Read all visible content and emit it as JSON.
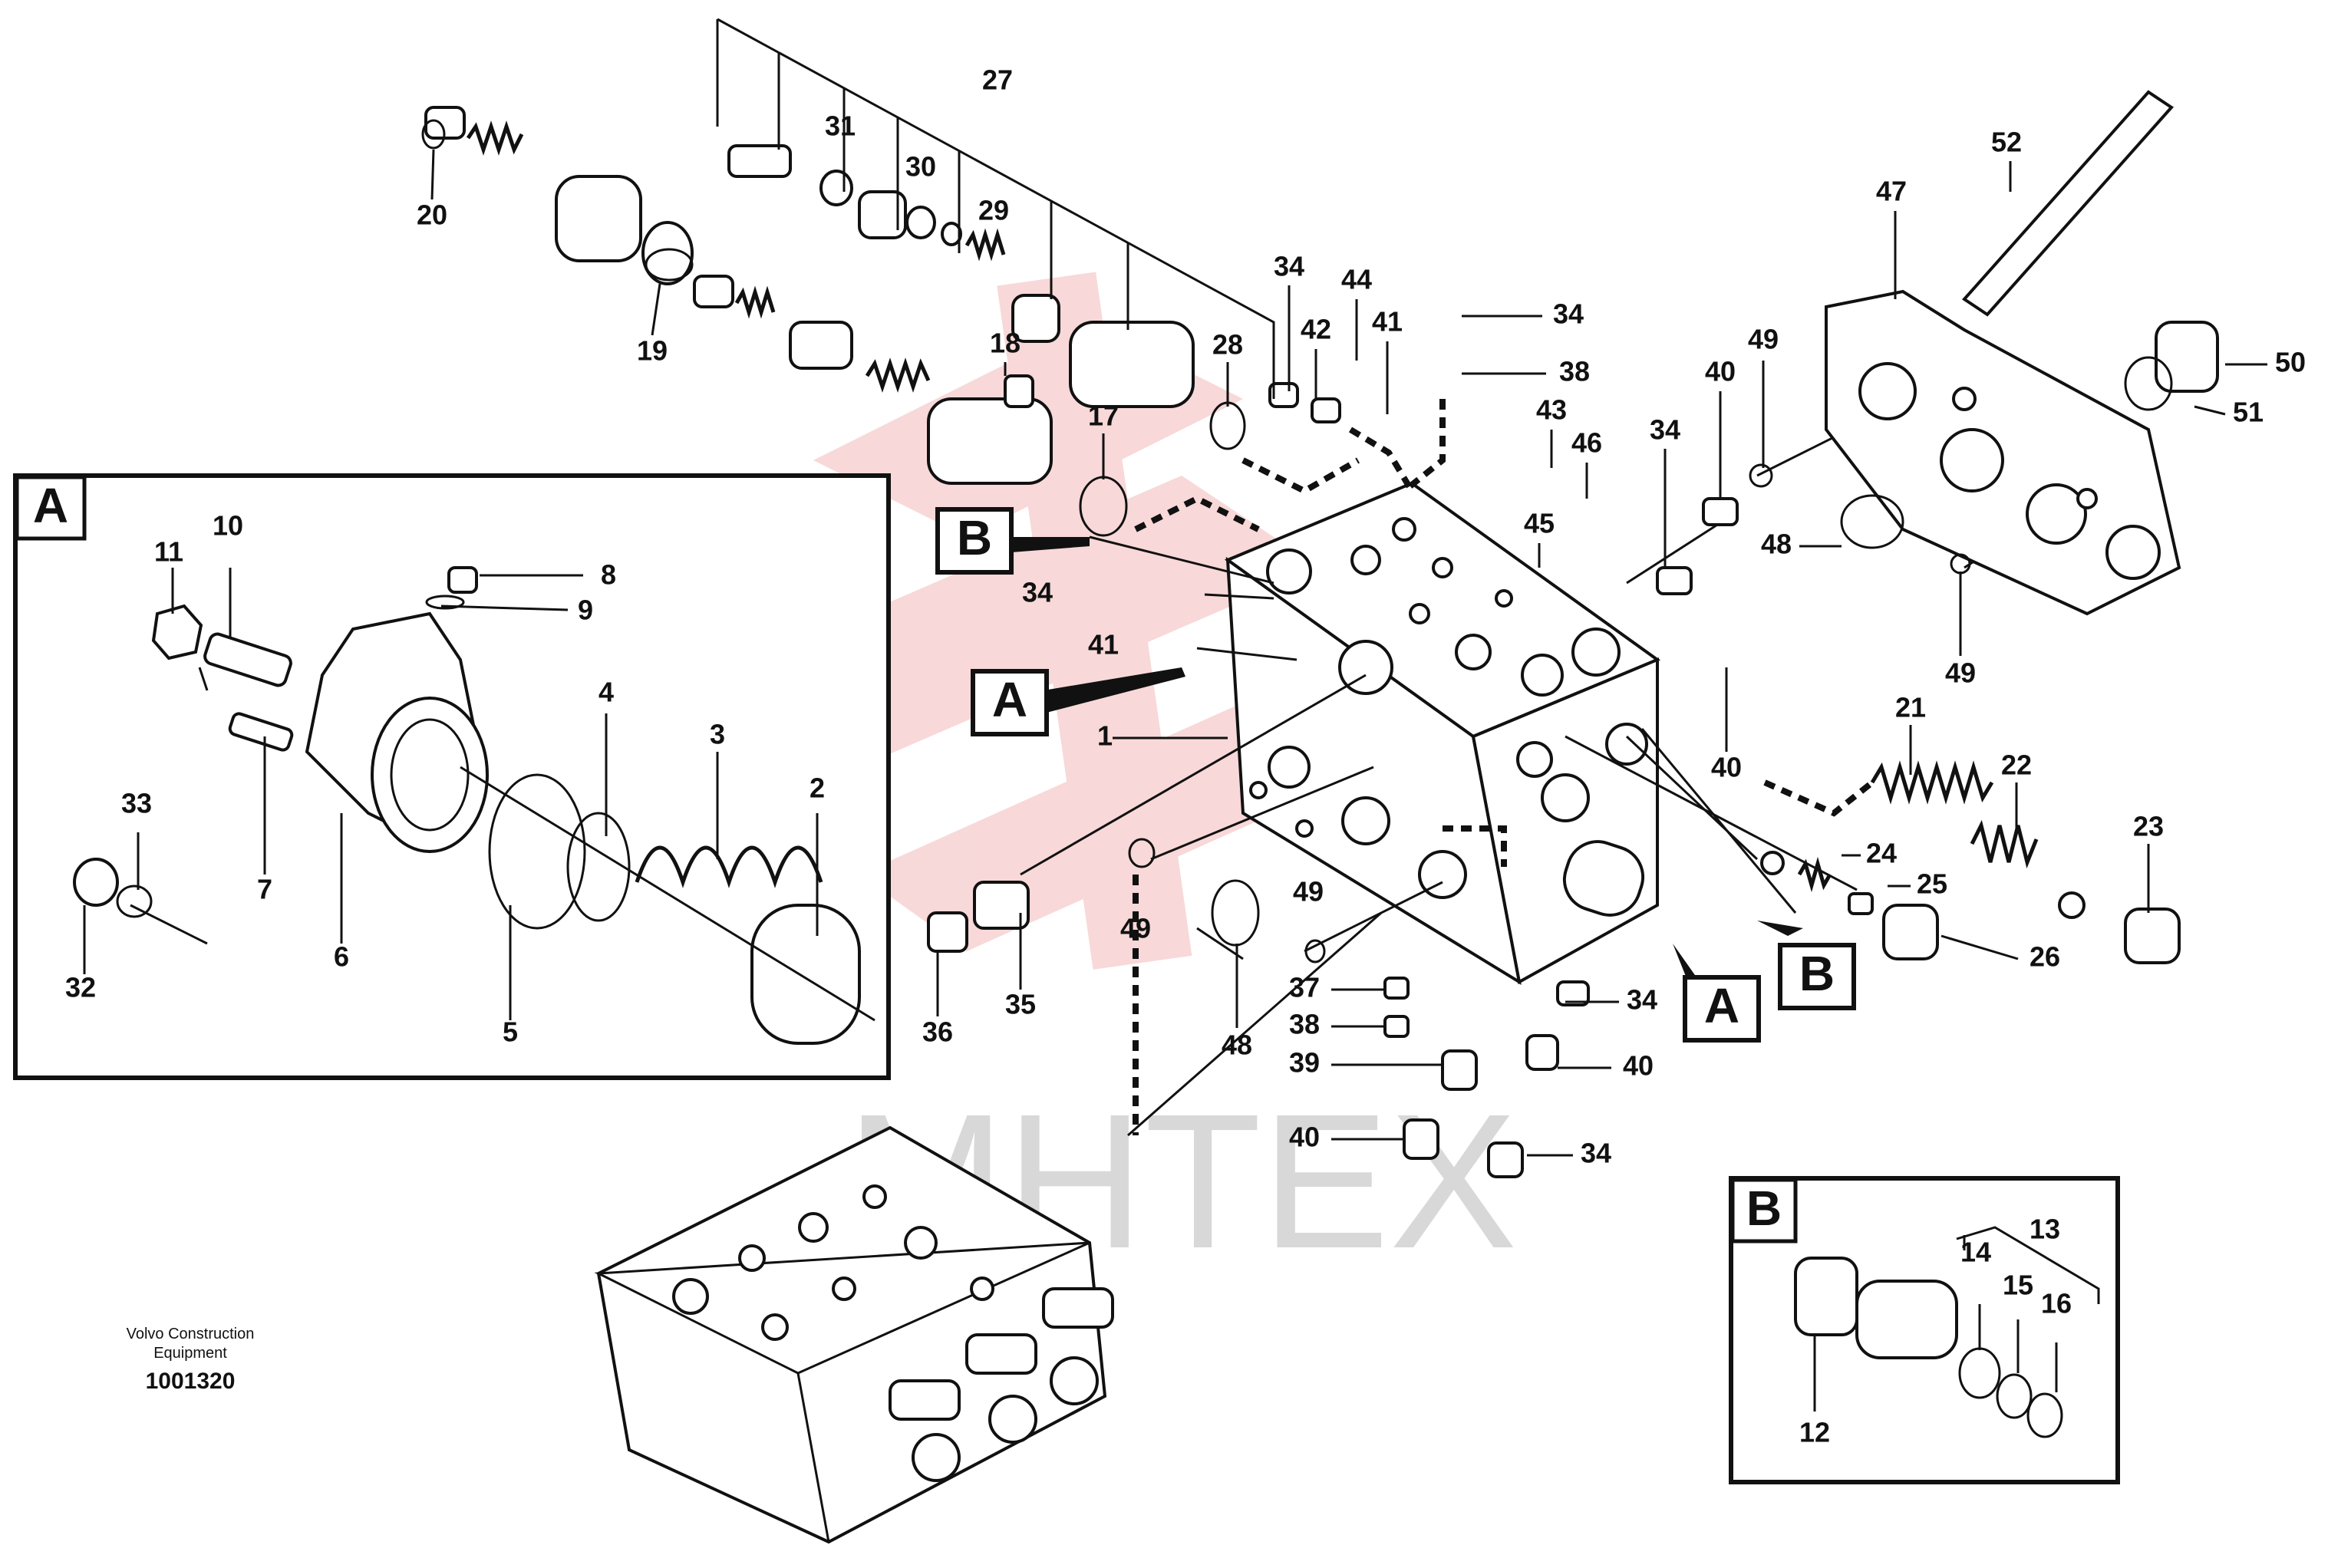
{
  "watermark": {
    "text": "МНТЕХ",
    "color": "#d8d8d8",
    "logo_color": "#f3b9b9"
  },
  "publisher": {
    "line1": "Volvo Construction",
    "line2": "Equipment",
    "figure_number": "1001320"
  },
  "detail_a": {
    "caption": "A"
  },
  "detail_b": {
    "caption": "B"
  },
  "callout_tags": {
    "a_left": "A",
    "a_right": "B",
    "b_left": "B",
    "b_right": "A"
  },
  "part_numbers": {
    "n1": "1",
    "n2": "2",
    "n3": "3",
    "n4": "4",
    "n5": "5",
    "n6": "6",
    "n7": "7",
    "n8": "8",
    "n9": "9",
    "n10": "10",
    "n11": "11",
    "n12": "12",
    "n13": "13",
    "n14": "14",
    "n15": "15",
    "n16": "16",
    "n17": "17",
    "n18": "18",
    "n19": "19",
    "n20": "20",
    "n21": "21",
    "n22": "22",
    "n23": "23",
    "n24": "24",
    "n25": "25",
    "n26": "26",
    "n27": "27",
    "n28": "28",
    "n29": "29",
    "n30": "30",
    "n31": "31",
    "n32": "32",
    "n33": "33",
    "n34": "34",
    "n35": "35",
    "n36": "36",
    "n37": "37",
    "n38": "38",
    "n39": "39",
    "n40": "40",
    "n41": "41",
    "n42": "42",
    "n43": "43",
    "n44": "44",
    "n45": "45",
    "n46": "46",
    "n47": "47",
    "n48": "48",
    "n49": "49",
    "n50": "50",
    "n51": "51",
    "n52": "52"
  }
}
